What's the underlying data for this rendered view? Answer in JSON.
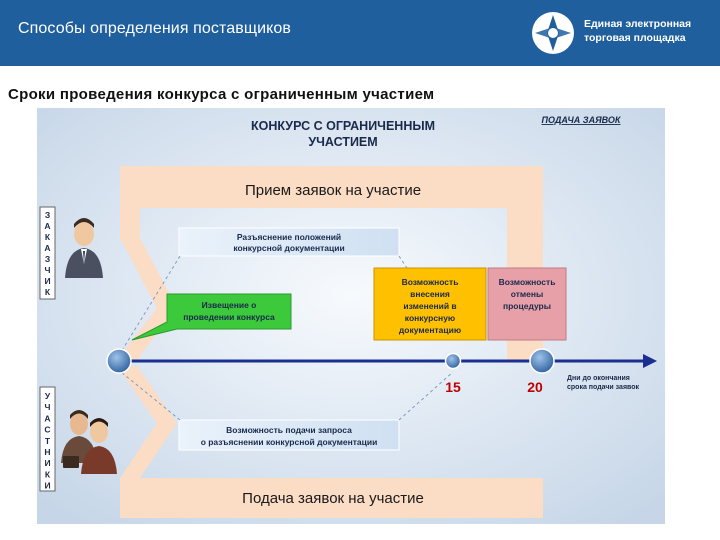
{
  "header": {
    "title": "Способы определения поставщиков",
    "brand_line1": "Единая электронная",
    "brand_line2": "торговая площадка"
  },
  "subtitle": "Сроки проведения конкурса с ограниченным участием",
  "diagram": {
    "title_line1": "КОНКУРС С ОГРАНИЧЕННЫМ",
    "title_line2": "УЧАСТИЕМ",
    "corner_label": "ПОДАЧА ЗАЯВОК",
    "top_band": "Прием заявок на участие",
    "bottom_band": "Подача заявок на участие",
    "explanation_line1": "Разъяснение положений",
    "explanation_line2": "конкурсной документации",
    "notice_line1": "Извещение о",
    "notice_line2": "проведении конкурса",
    "changes_lines": [
      "Возможность",
      "внесения",
      "изменений в",
      "конкурсную",
      "документацию"
    ],
    "cancel_lines": [
      "Возможность",
      "отмены",
      "процедуры"
    ],
    "request_line1": "Возможность подачи запроса",
    "request_line2": "о разъяснении конкурсной документации",
    "day_15": "15",
    "day_20": "20",
    "axis_label_line1": "Дни до окончания",
    "axis_label_line2": "срока подачи заявок",
    "customer_letters": [
      "З",
      "А",
      "К",
      "А",
      "З",
      "Ч",
      "И",
      "К"
    ],
    "participants_letters": [
      "У",
      "Ч",
      "А",
      "С",
      "Т",
      "Н",
      "И",
      "К",
      "И"
    ]
  },
  "colors": {
    "header_bg": "#1f5f9e",
    "band": "#fbdcc4",
    "notice_box": "#3cc93c",
    "changes_box": "#ffc000",
    "cancel_box": "#e8a0a8",
    "axis": "#1a2f8f",
    "day_number": "#c00000"
  }
}
